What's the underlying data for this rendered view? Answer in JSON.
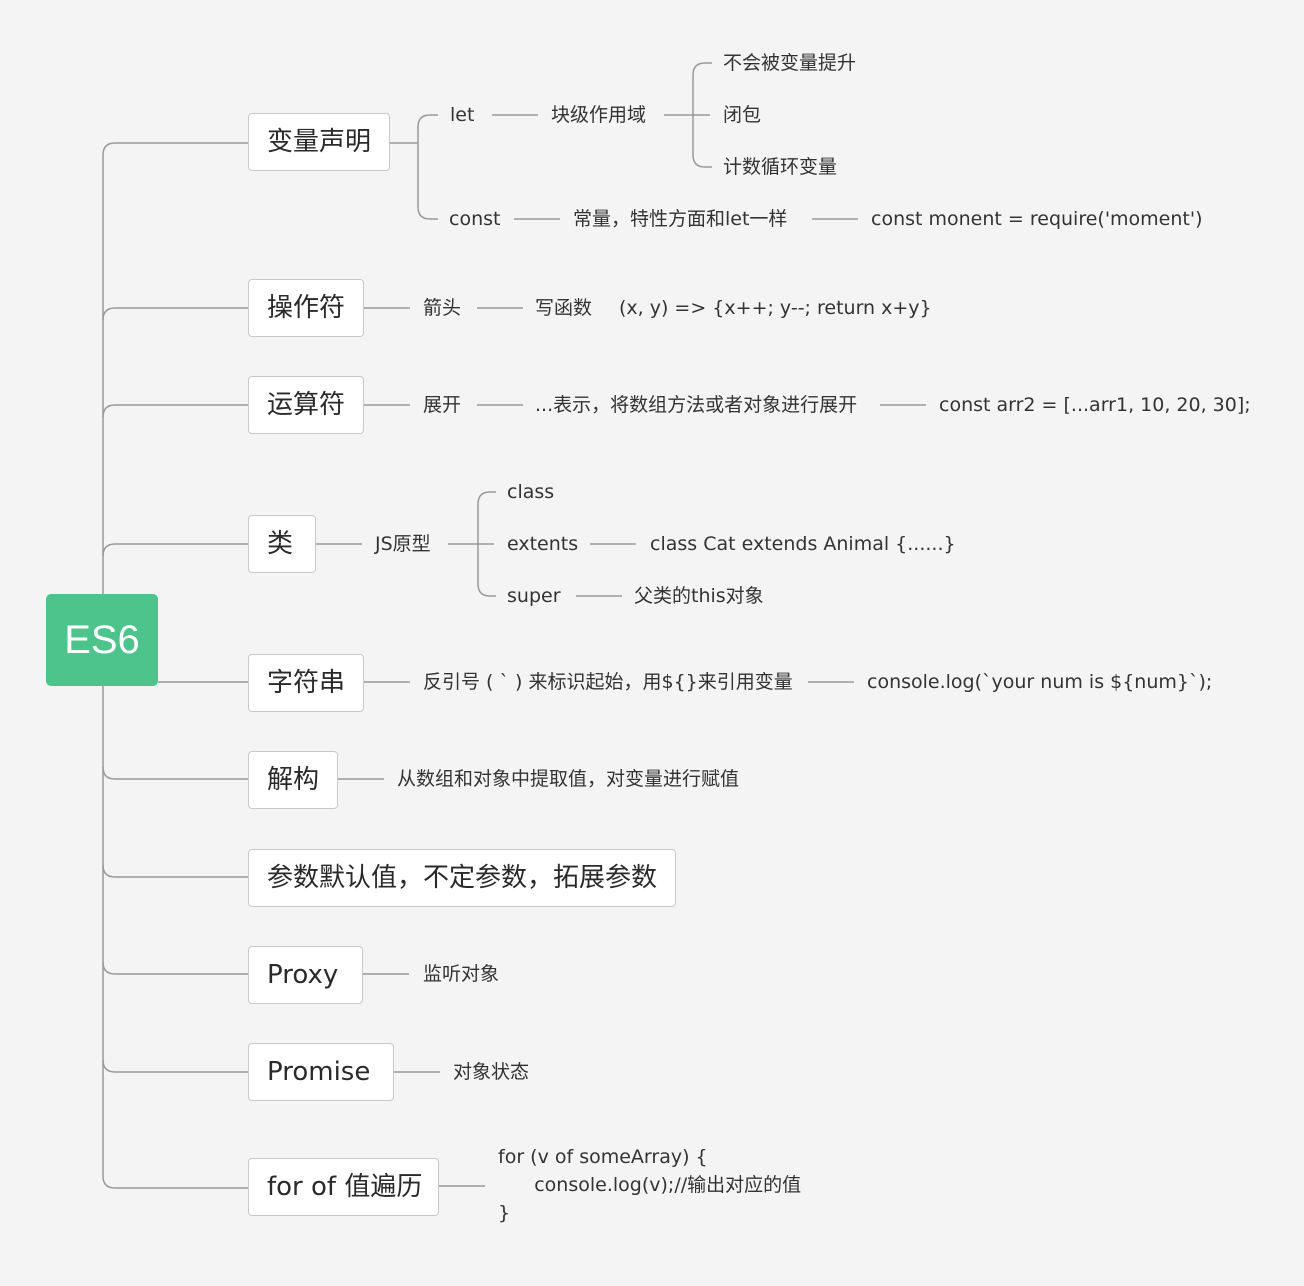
{
  "root": "ES6",
  "branches": {
    "var_decl": {
      "label": "变量声明",
      "let": "let",
      "let_scope": "块级作用域",
      "let_features": [
        "不会被变量提升",
        "闭包",
        "计数循环变量"
      ],
      "const": "const",
      "const_desc": "常量，特性方面和let一样",
      "const_example": "const monent = require('moment')"
    },
    "operator": {
      "label": "操作符",
      "arrow": "箭头",
      "arrow_desc": "写函数",
      "arrow_example": "(x, y) => {x++; y--; return x+y}"
    },
    "compute": {
      "label": "运算符",
      "spread": "展开",
      "spread_desc": "...表示，将数组方法或者对象进行展开",
      "spread_example": "const arr2 = [...arr1, 10, 20, 30];"
    },
    "class": {
      "label": "类",
      "proto": "JS原型",
      "class_kw": "class",
      "extents": "extents",
      "extents_example": "class Cat extends Animal {......}",
      "super": "super",
      "super_desc": "父类的this对象"
    },
    "string": {
      "label": "字符串",
      "desc": "反引号 ( ` ) 来标识起始，用${}来引用变量",
      "example": "console.log(`your num is ${num}`);"
    },
    "destructure": {
      "label": "解构",
      "desc": "从数组和对象中提取值，对变量进行赋值"
    },
    "params": {
      "label": "参数默认值，不定参数，拓展参数"
    },
    "proxy": {
      "label": "Proxy",
      "desc": "监听对象"
    },
    "promise": {
      "label": "Promise",
      "desc": "对象状态"
    },
    "forof": {
      "label": "for of 值遍历",
      "code": "for (v of someArray) {\n      console.log(v);//输出对应的值\n}"
    }
  }
}
